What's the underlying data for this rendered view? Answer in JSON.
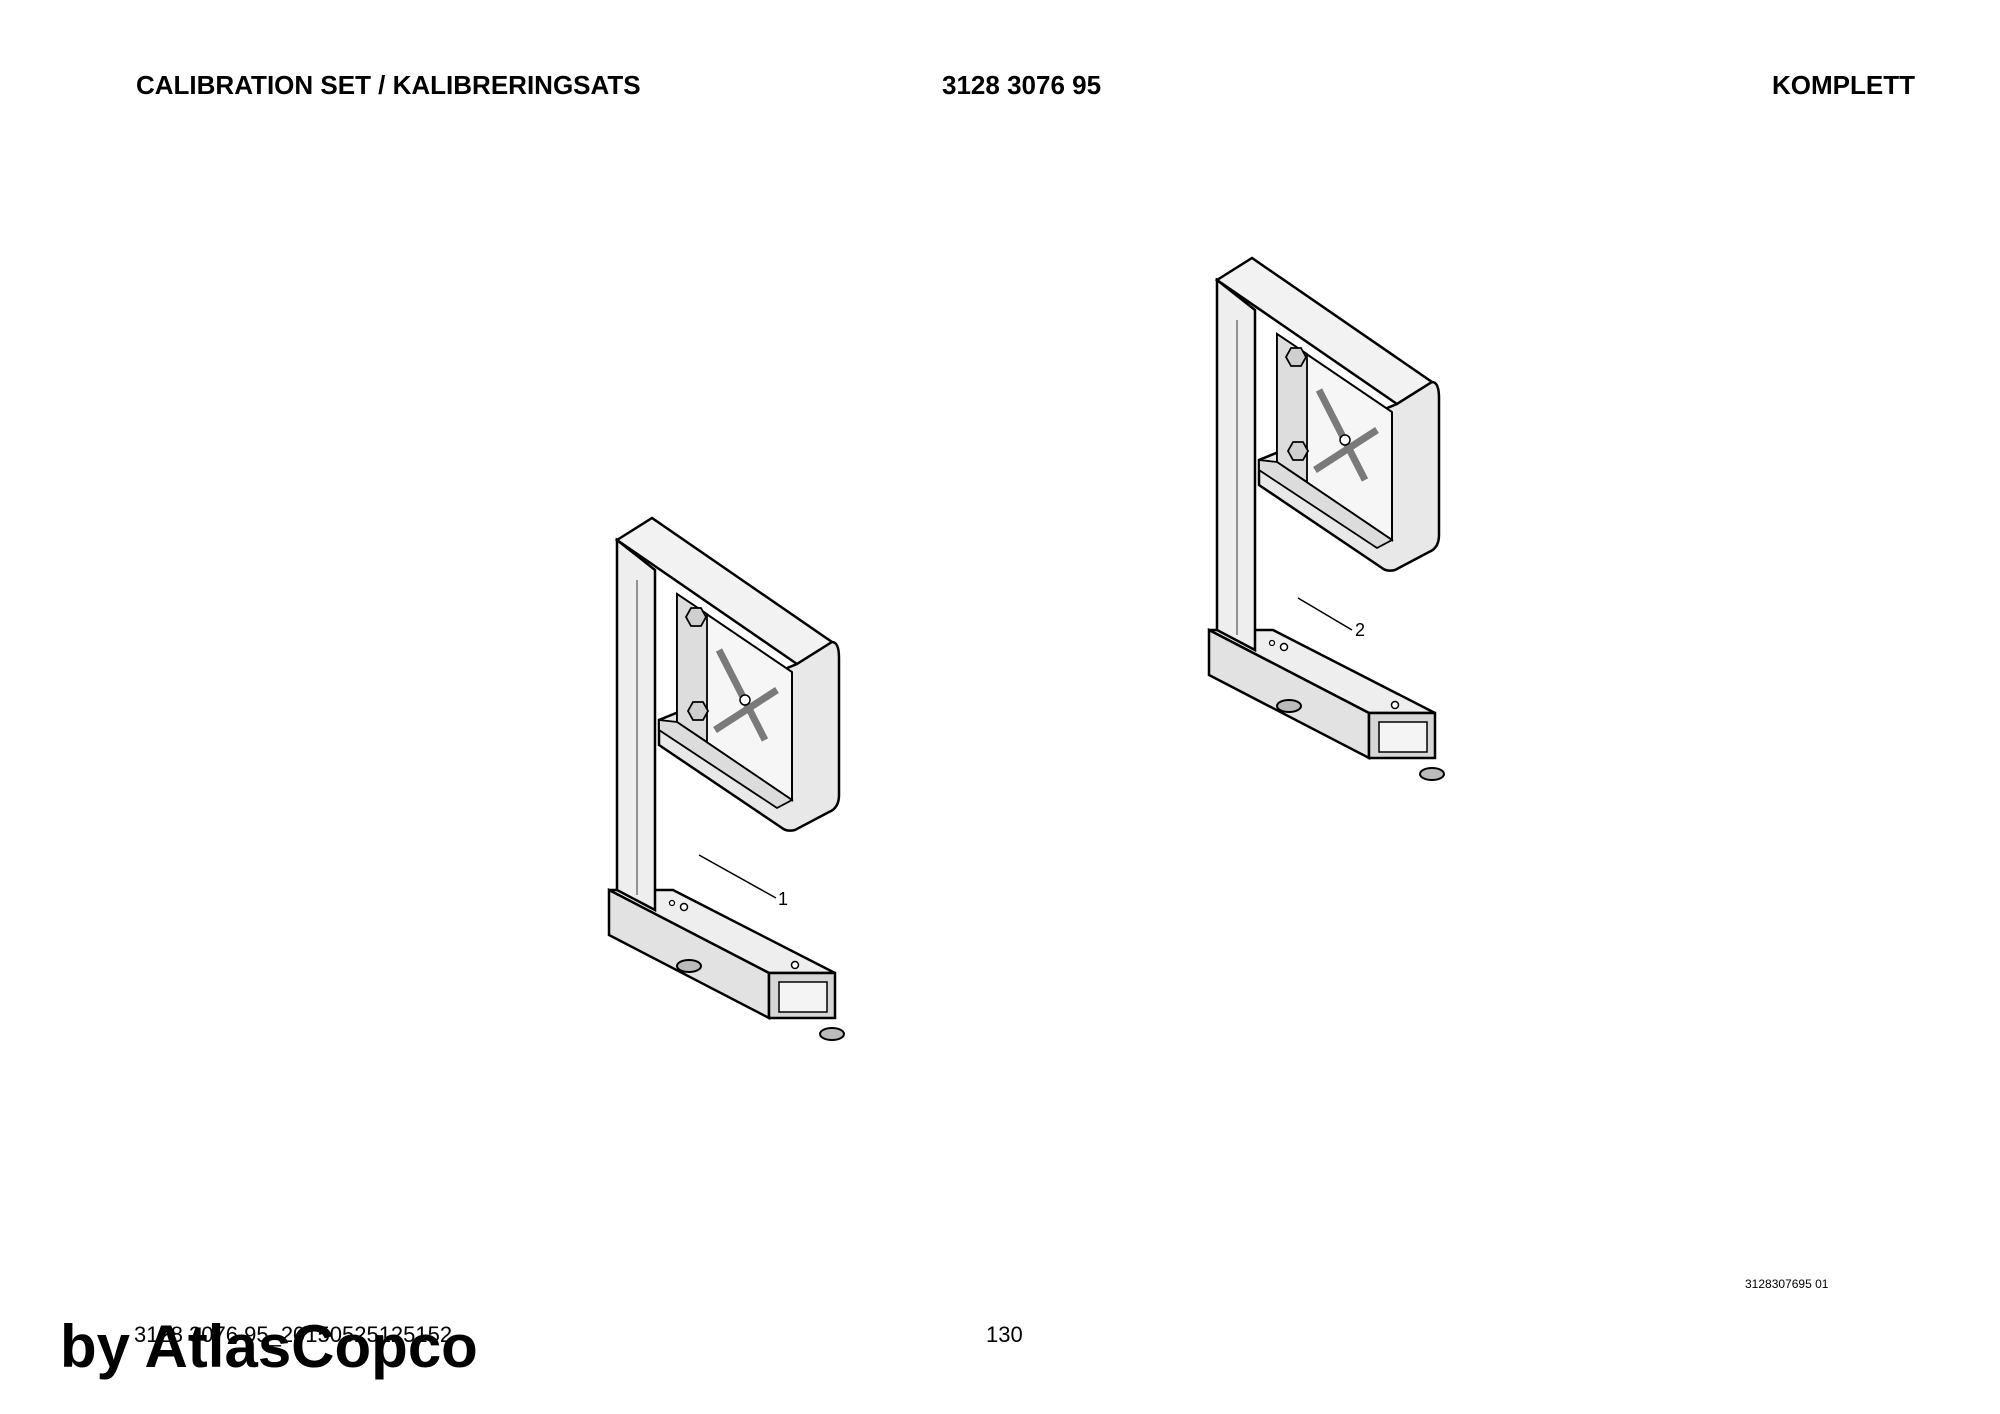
{
  "header": {
    "title": "CALIBRATION SET / KALIBRERINGSATS",
    "part_number": "3128 3076 95",
    "status": "KOMPLETT"
  },
  "drawing": {
    "callouts": [
      "1",
      "2"
    ],
    "drawing_number": "3128307695 01"
  },
  "footer": {
    "document_id": "3128 3076 95_20150525125152",
    "page_number": "130",
    "watermark": "by AtlasCopco"
  }
}
